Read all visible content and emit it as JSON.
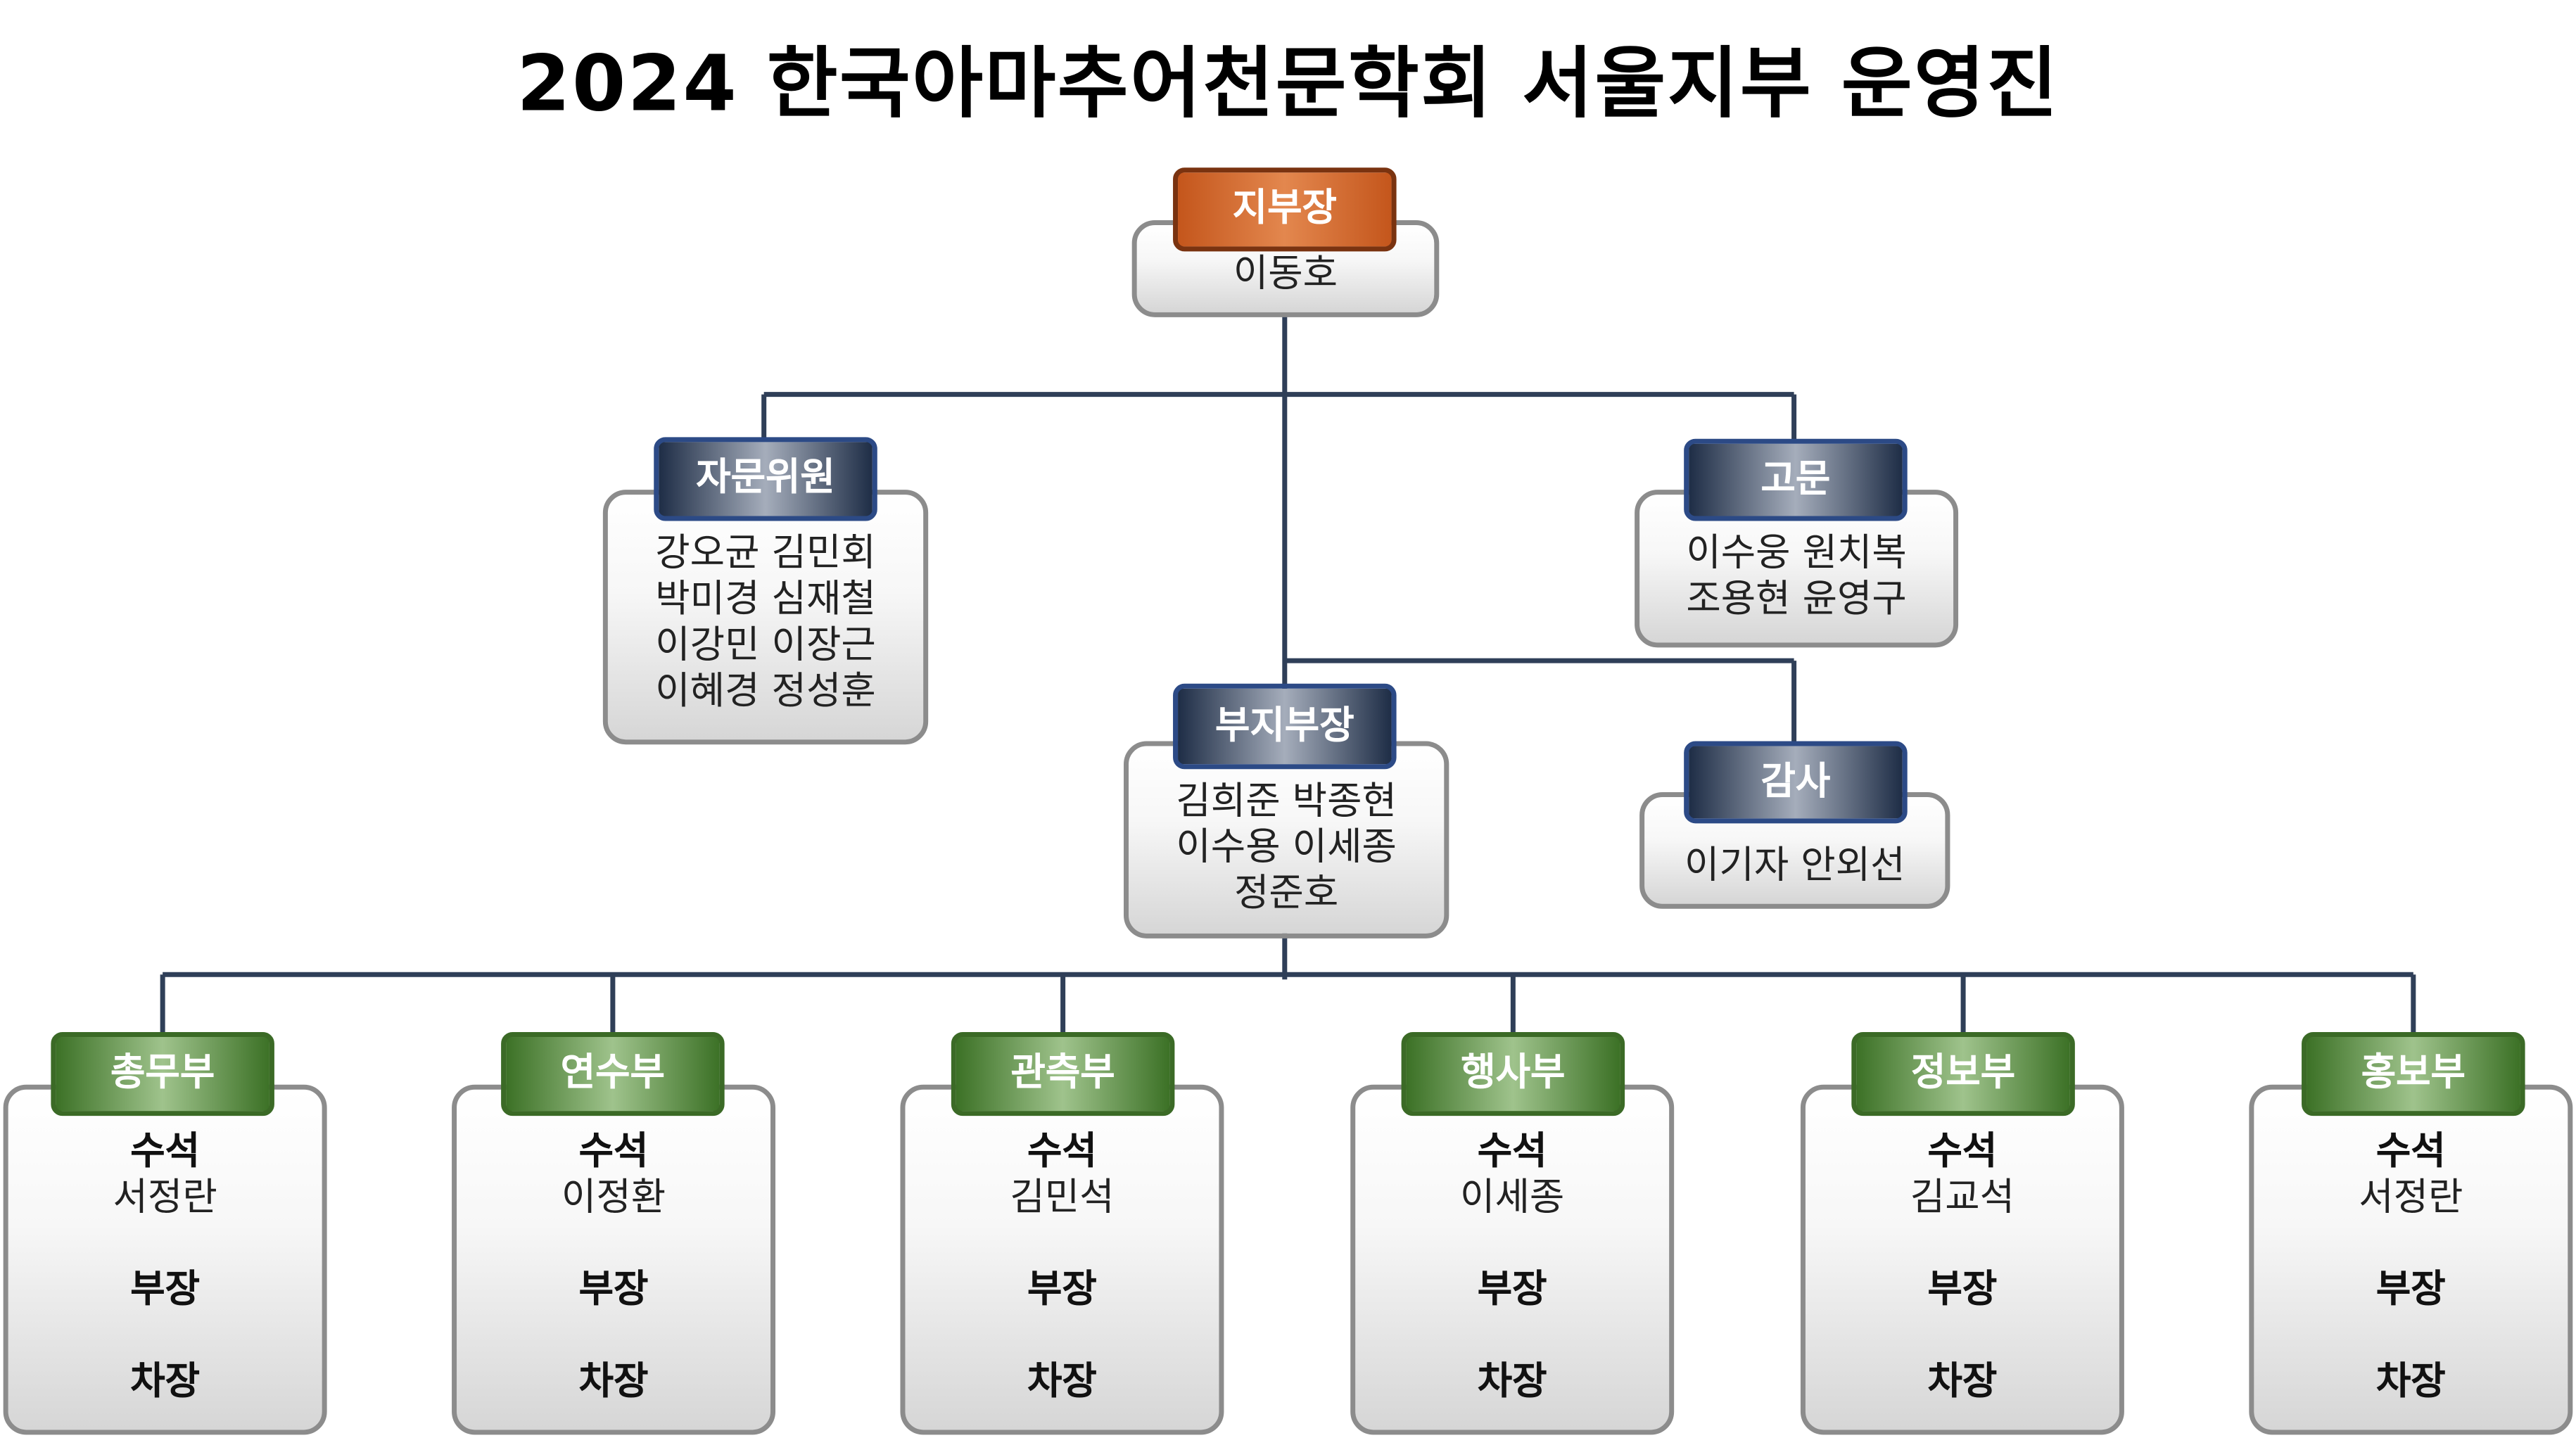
{
  "title": "2024 한국아마추어천문학회 서울지부 운영진",
  "branch_head": {
    "label": "지부장",
    "members": [
      "이동호"
    ]
  },
  "advisory": {
    "label": "자문위원",
    "members": [
      "강오균 김민회",
      "박미경 심재철",
      "이강민 이장근",
      "이혜경 정성훈"
    ]
  },
  "counselor": {
    "label": "고문",
    "members": [
      "이수웅 원치복",
      "조용현 윤영구"
    ]
  },
  "vice_head": {
    "label": "부지부장",
    "members": [
      "김희준 박종현",
      "이수용 이세종",
      "정준호"
    ]
  },
  "auditor": {
    "label": "감사",
    "members": [
      "이기자 안외선"
    ]
  },
  "departments": [
    {
      "label": "총무부",
      "chief_label": "수석",
      "chief": "서정란",
      "manager_label": "부장",
      "deputy_label": "차장"
    },
    {
      "label": "연수부",
      "chief_label": "수석",
      "chief": "이정환",
      "manager_label": "부장",
      "deputy_label": "차장"
    },
    {
      "label": "관측부",
      "chief_label": "수석",
      "chief": "김민석",
      "manager_label": "부장",
      "deputy_label": "차장"
    },
    {
      "label": "행사부",
      "chief_label": "수석",
      "chief": "이세종",
      "manager_label": "부장",
      "deputy_label": "차장"
    },
    {
      "label": "정보부",
      "chief_label": "수석",
      "chief": "김교석",
      "manager_label": "부장",
      "deputy_label": "차장"
    },
    {
      "label": "홍보부",
      "chief_label": "수석",
      "chief": "서정란",
      "manager_label": "부장",
      "deputy_label": "차장"
    }
  ],
  "colors": {
    "head_tag": "#c4561c",
    "board_tag": "#1e2d46",
    "dept_tag": "#3c7126",
    "connector": "#2f3f58",
    "box_border": "#8c8c8c"
  }
}
